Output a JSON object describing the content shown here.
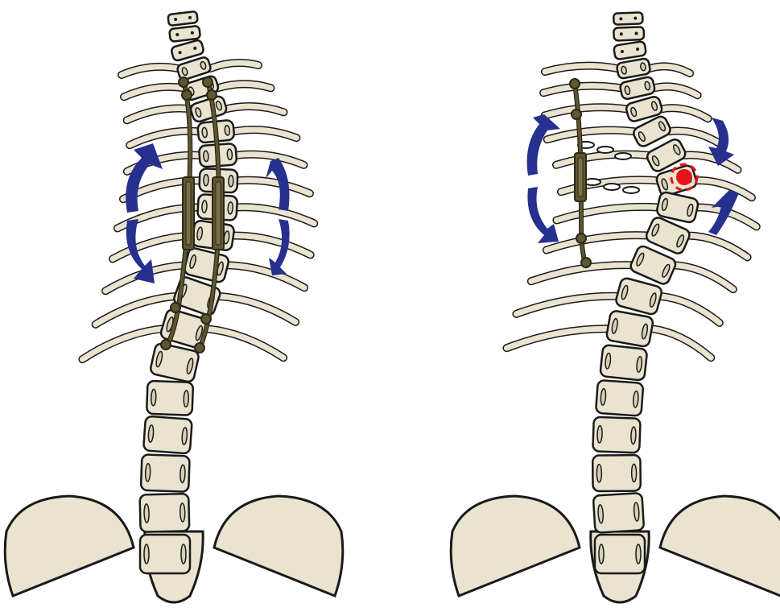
{
  "figure": {
    "panels": [
      {
        "id": "left",
        "implant": "dual-growing-rods",
        "vertebra_count": 20,
        "rib_pairs": 11,
        "arrows": [
          "left-expand",
          "right-expand"
        ]
      },
      {
        "id": "right",
        "implant": "rib-based-single-rod",
        "vertebra_count": 20,
        "rib_pairs": 11,
        "arrows": [
          "left-expand",
          "right-compress"
        ],
        "marker": "apex-center"
      }
    ],
    "colors": {
      "bone": "#e9e3cf",
      "bone_shade": "#d6cfb6",
      "outline": "#1a1a1a",
      "rod": "#5e5634",
      "rod_outline": "#2c2814",
      "arrow": "#26308f",
      "marker": "#e5131b"
    },
    "icons": [
      "spine-icon",
      "rib-icon",
      "rod-icon",
      "arrow-icon",
      "target-icon",
      "pelvis-icon"
    ]
  }
}
